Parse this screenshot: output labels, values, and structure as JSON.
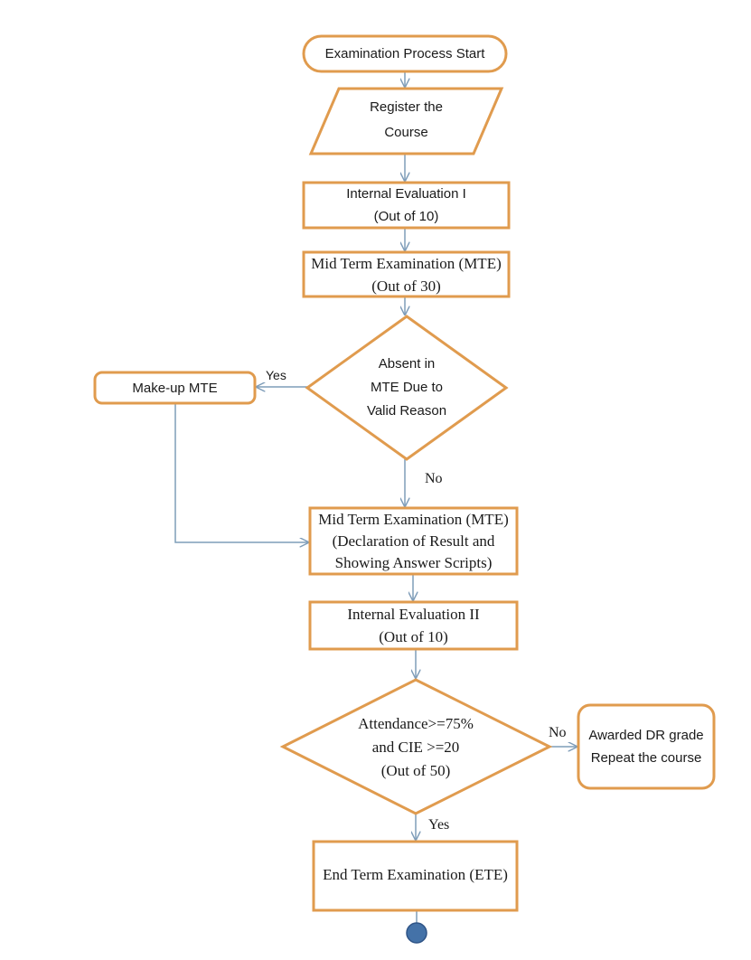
{
  "diagram": {
    "title": "Examination Process Flowchart",
    "colors": {
      "shape_stroke": "#E09B4E",
      "shape_fill": "#FFFFFF",
      "connector": "#7F9DB9",
      "text": "#1A1A1A",
      "terminator_fill": "#4472A8",
      "terminator_stroke": "#2F5487"
    },
    "nodes": {
      "start": {
        "shape": "oval",
        "label": "Examination Process Start"
      },
      "register": {
        "shape": "parallelogram",
        "line1": "Register the",
        "line2": "Course"
      },
      "internal_eval_1": {
        "shape": "rectangle",
        "line1": "Internal Evaluation I",
        "line2": "(Out of 10)"
      },
      "mte_exam": {
        "shape": "rectangle",
        "line1": "Mid Term Examination (MTE)",
        "line2": "(Out of 30)"
      },
      "absent_decision": {
        "shape": "diamond",
        "line1": "Absent in",
        "line2": "MTE Due to",
        "line3": "Valid Reason"
      },
      "makeup_mte": {
        "shape": "rounded-rectangle",
        "label": "Make-up MTE"
      },
      "mte_declaration": {
        "shape": "rectangle",
        "line1": "Mid Term Examination (MTE)",
        "line2": "(Declaration of Result and",
        "line3": "Showing Answer Scripts)"
      },
      "internal_eval_2": {
        "shape": "rectangle",
        "line1": "Internal Evaluation II",
        "line2": "(Out of 10)"
      },
      "attendance_decision": {
        "shape": "diamond",
        "line1": "Attendance>=75%",
        "line2": "and CIE >=20",
        "line3": "(Out of 50)"
      },
      "dr_grade": {
        "shape": "rounded-rectangle",
        "line1": "Awarded DR grade",
        "line2": "Repeat the course"
      },
      "ete_exam": {
        "shape": "rectangle",
        "label": "End Term Examination (ETE)"
      },
      "end_terminator": {
        "shape": "filled-circle",
        "label": ""
      }
    },
    "edge_labels": {
      "absent_yes": "Yes",
      "absent_no": "No",
      "attendance_no": "No",
      "attendance_yes": "Yes"
    }
  }
}
